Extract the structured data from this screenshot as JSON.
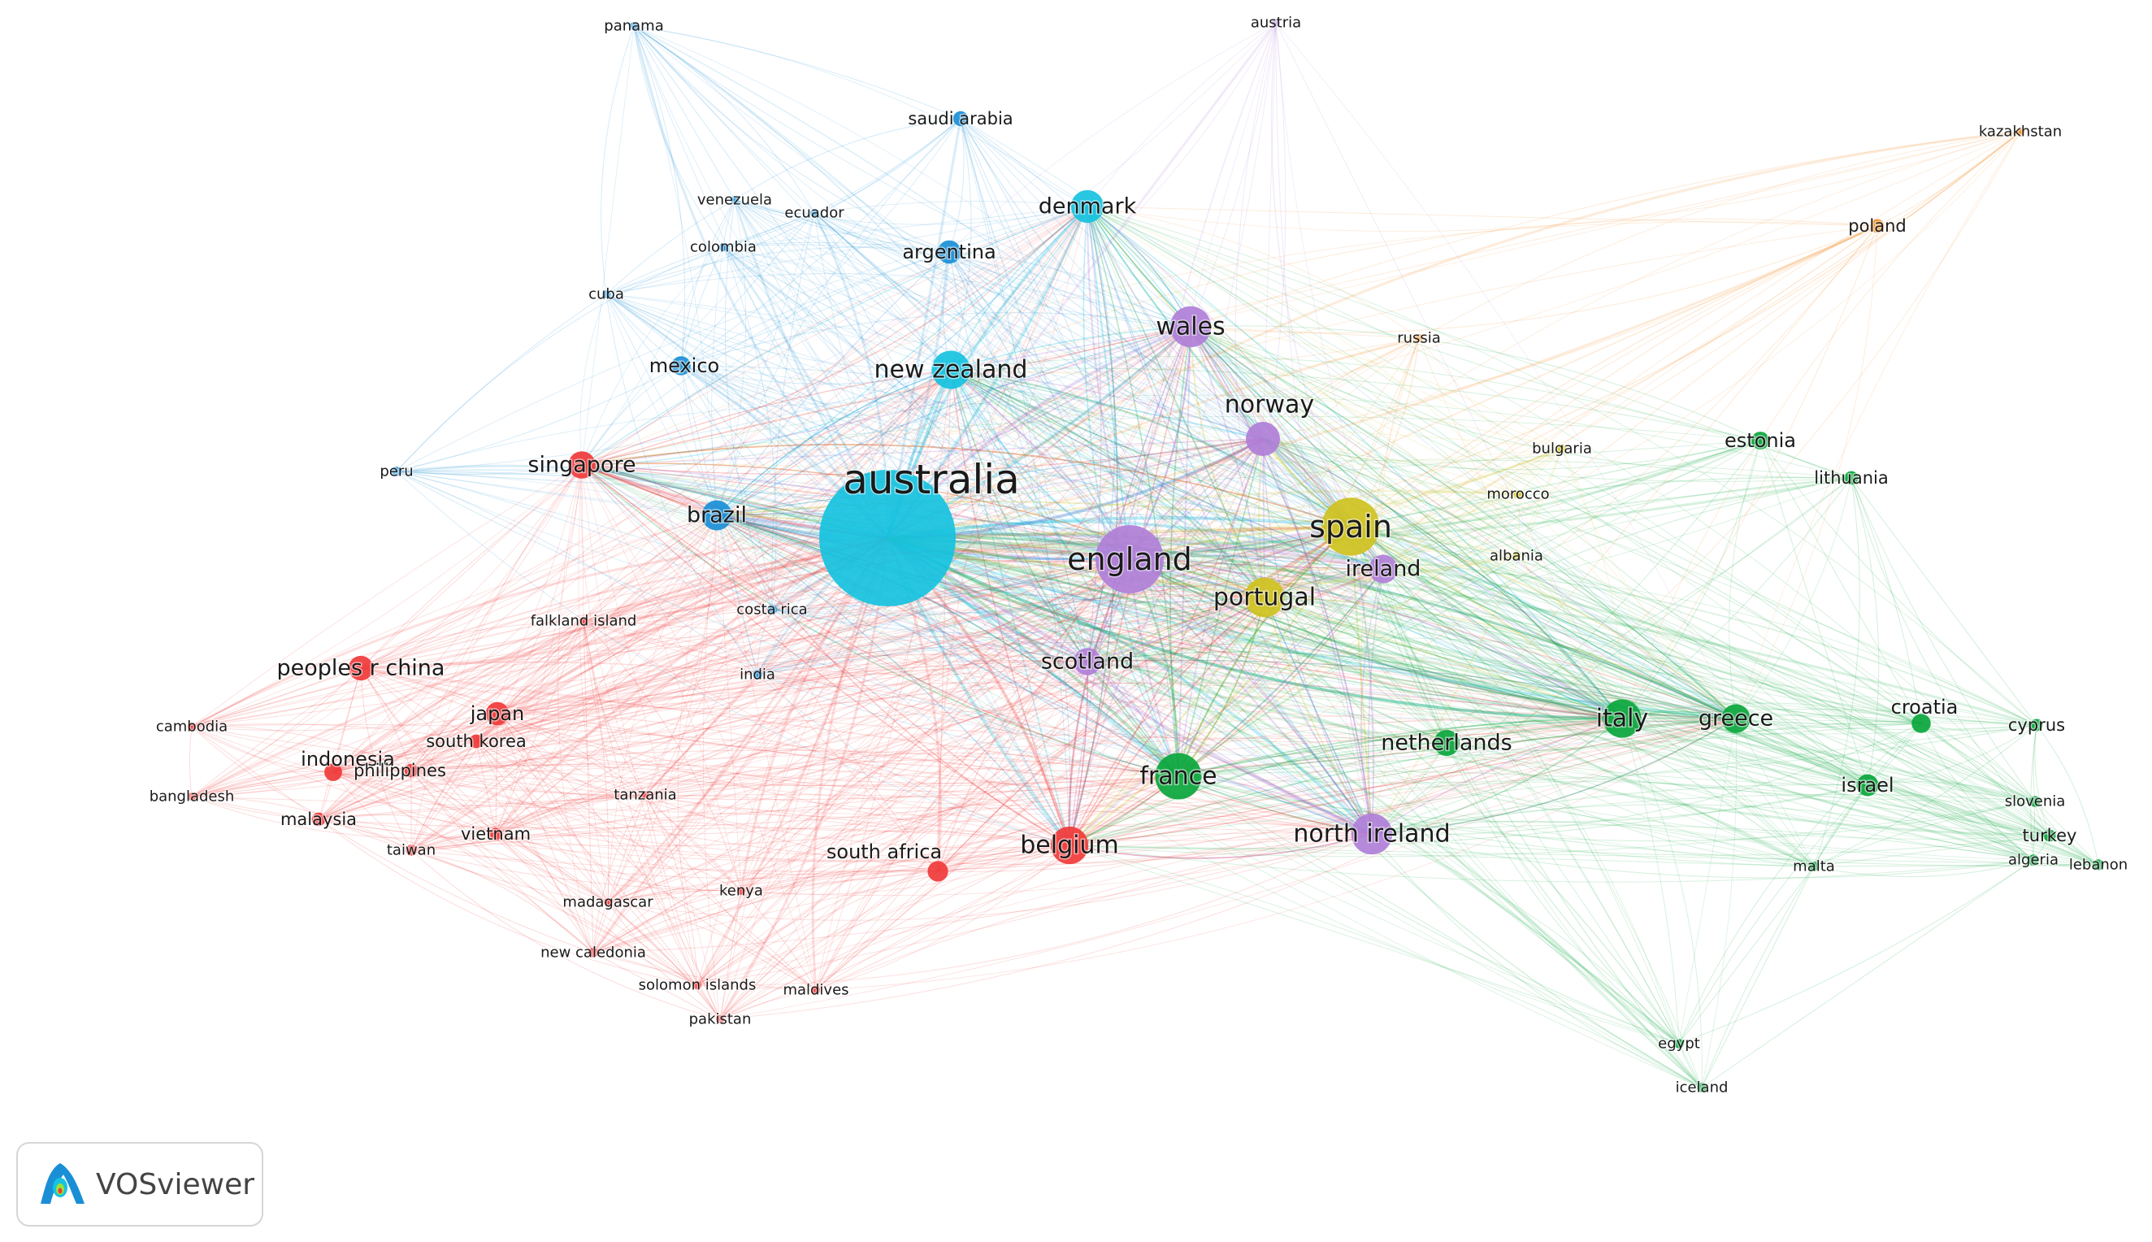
{
  "colors": {
    "red": "#f03a3a",
    "green": "#0aa63c",
    "blue": "#1a8fd6",
    "cyan": "#16c2e0",
    "purple": "#b07fd8",
    "yellow": "#cfc21f",
    "orange": "#f08a1c"
  },
  "brand": {
    "name": "VOSviewer"
  },
  "nodes": [
    {
      "id": "australia",
      "label": "australia",
      "c": "cyan",
      "s": 200
    },
    {
      "id": "england",
      "label": "england",
      "c": "purple",
      "s": 100
    },
    {
      "id": "spain",
      "label": "spain",
      "c": "yellow",
      "s": 85
    },
    {
      "id": "france",
      "label": "france",
      "c": "green",
      "s": 68
    },
    {
      "id": "belgium",
      "label": "belgium",
      "c": "red",
      "s": 55
    },
    {
      "id": "italy",
      "label": "italy",
      "c": "green",
      "s": 56
    },
    {
      "id": "north ireland",
      "label": "north ireland",
      "c": "purple",
      "s": 60
    },
    {
      "id": "portugal",
      "label": "portugal",
      "c": "yellow",
      "s": 58
    },
    {
      "id": "new zealand",
      "label": "new zealand",
      "c": "cyan",
      "s": 56
    },
    {
      "id": "wales",
      "label": "wales",
      "c": "purple",
      "s": 60
    },
    {
      "id": "norway",
      "label": "norway",
      "c": "purple",
      "s": 50
    },
    {
      "id": "denmark",
      "label": "denmark",
      "c": "cyan",
      "s": 48
    },
    {
      "id": "brazil",
      "label": "brazil",
      "c": "blue",
      "s": 44
    },
    {
      "id": "singapore",
      "label": "singapore",
      "c": "red",
      "s": 40
    },
    {
      "id": "greece",
      "label": "greece",
      "c": "green",
      "s": 42
    },
    {
      "id": "netherlands",
      "label": "netherlands",
      "c": "green",
      "s": 38
    },
    {
      "id": "scotland",
      "label": "scotland",
      "c": "purple",
      "s": 40
    },
    {
      "id": "ireland",
      "label": "ireland",
      "c": "purple",
      "s": 42
    },
    {
      "id": "peoples r china",
      "label": "peoples r china",
      "c": "red",
      "s": 36
    },
    {
      "id": "japan",
      "label": "japan",
      "c": "red",
      "s": 34
    },
    {
      "id": "argentina",
      "label": "argentina",
      "c": "blue",
      "s": 34
    },
    {
      "id": "mexico",
      "label": "mexico",
      "c": "blue",
      "s": 28
    },
    {
      "id": "israel",
      "label": "israel",
      "c": "green",
      "s": 32
    },
    {
      "id": "croatia",
      "label": "croatia",
      "c": "green",
      "s": 28
    },
    {
      "id": "estonia",
      "label": "estonia",
      "c": "green",
      "s": 26
    },
    {
      "id": "south africa",
      "label": "south africa",
      "c": "red",
      "s": 30
    },
    {
      "id": "saudi arabia",
      "label": "saudi arabia",
      "c": "blue",
      "s": 22
    },
    {
      "id": "indonesia",
      "label": "indonesia",
      "c": "red",
      "s": 26
    },
    {
      "id": "philippines",
      "label": "philippines",
      "c": "red",
      "s": 20
    },
    {
      "id": "south korea",
      "label": "south korea",
      "c": "red",
      "s": 20
    },
    {
      "id": "malaysia",
      "label": "malaysia",
      "c": "red",
      "s": 20
    },
    {
      "id": "vietnam",
      "label": "vietnam",
      "c": "red",
      "s": 18
    },
    {
      "id": "taiwan",
      "label": "taiwan",
      "c": "red",
      "s": 16
    },
    {
      "id": "lithuania",
      "label": "lithuania",
      "c": "green",
      "s": 20
    },
    {
      "id": "poland",
      "label": "poland",
      "c": "orange",
      "s": 20
    },
    {
      "id": "cyprus",
      "label": "cyprus",
      "c": "green",
      "s": 18
    },
    {
      "id": "slovenia",
      "label": "slovenia",
      "c": "green",
      "s": 16
    },
    {
      "id": "turkey",
      "label": "turkey",
      "c": "green",
      "s": 18
    },
    {
      "id": "algeria",
      "label": "algeria",
      "c": "green",
      "s": 16
    },
    {
      "id": "lebanon",
      "label": "lebanon",
      "c": "green",
      "s": 16
    },
    {
      "id": "malta",
      "label": "malta",
      "c": "green",
      "s": 14
    },
    {
      "id": "egypt",
      "label": "egypt",
      "c": "green",
      "s": 14
    },
    {
      "id": "iceland",
      "label": "iceland",
      "c": "green",
      "s": 14
    },
    {
      "id": "russia",
      "label": "russia",
      "c": "orange",
      "s": 12
    },
    {
      "id": "bulgaria",
      "label": "bulgaria",
      "c": "yellow",
      "s": 12
    },
    {
      "id": "morocco",
      "label": "morocco",
      "c": "yellow",
      "s": 12
    },
    {
      "id": "albania",
      "label": "albania",
      "c": "yellow",
      "s": 12
    },
    {
      "id": "kazakhstan",
      "label": "kazakhstan",
      "c": "orange",
      "s": 12
    },
    {
      "id": "austria",
      "label": "austria",
      "c": "purple",
      "s": 12
    },
    {
      "id": "panama",
      "label": "panama",
      "c": "blue",
      "s": 12
    },
    {
      "id": "venezuela",
      "label": "venezuela",
      "c": "blue",
      "s": 12
    },
    {
      "id": "ecuador",
      "label": "ecuador",
      "c": "blue",
      "s": 12
    },
    {
      "id": "colombia",
      "label": "colombia",
      "c": "blue",
      "s": 12
    },
    {
      "id": "cuba",
      "label": "cuba",
      "c": "blue",
      "s": 12
    },
    {
      "id": "peru",
      "label": "peru",
      "c": "blue",
      "s": 14
    },
    {
      "id": "costa rica",
      "label": "costa rica",
      "c": "blue",
      "s": 14
    },
    {
      "id": "india",
      "label": "india",
      "c": "blue",
      "s": 14
    },
    {
      "id": "falkland island",
      "label": "falkland island",
      "c": "red",
      "s": 12
    },
    {
      "id": "cambodia",
      "label": "cambodia",
      "c": "red",
      "s": 12
    },
    {
      "id": "bangladesh",
      "label": "bangladesh",
      "c": "red",
      "s": 12
    },
    {
      "id": "tanzania",
      "label": "tanzania",
      "c": "red",
      "s": 12
    },
    {
      "id": "kenya",
      "label": "kenya",
      "c": "red",
      "s": 12
    },
    {
      "id": "madagascar",
      "label": "madagascar",
      "c": "red",
      "s": 12
    },
    {
      "id": "new caledonia",
      "label": "new caledonia",
      "c": "red",
      "s": 14
    },
    {
      "id": "solomon islands",
      "label": "solomon islands",
      "c": "red",
      "s": 12
    },
    {
      "id": "maldives",
      "label": "maldives",
      "c": "red",
      "s": 12
    },
    {
      "id": "pakistan",
      "label": "pakistan",
      "c": "red",
      "s": 12
    }
  ]
}
